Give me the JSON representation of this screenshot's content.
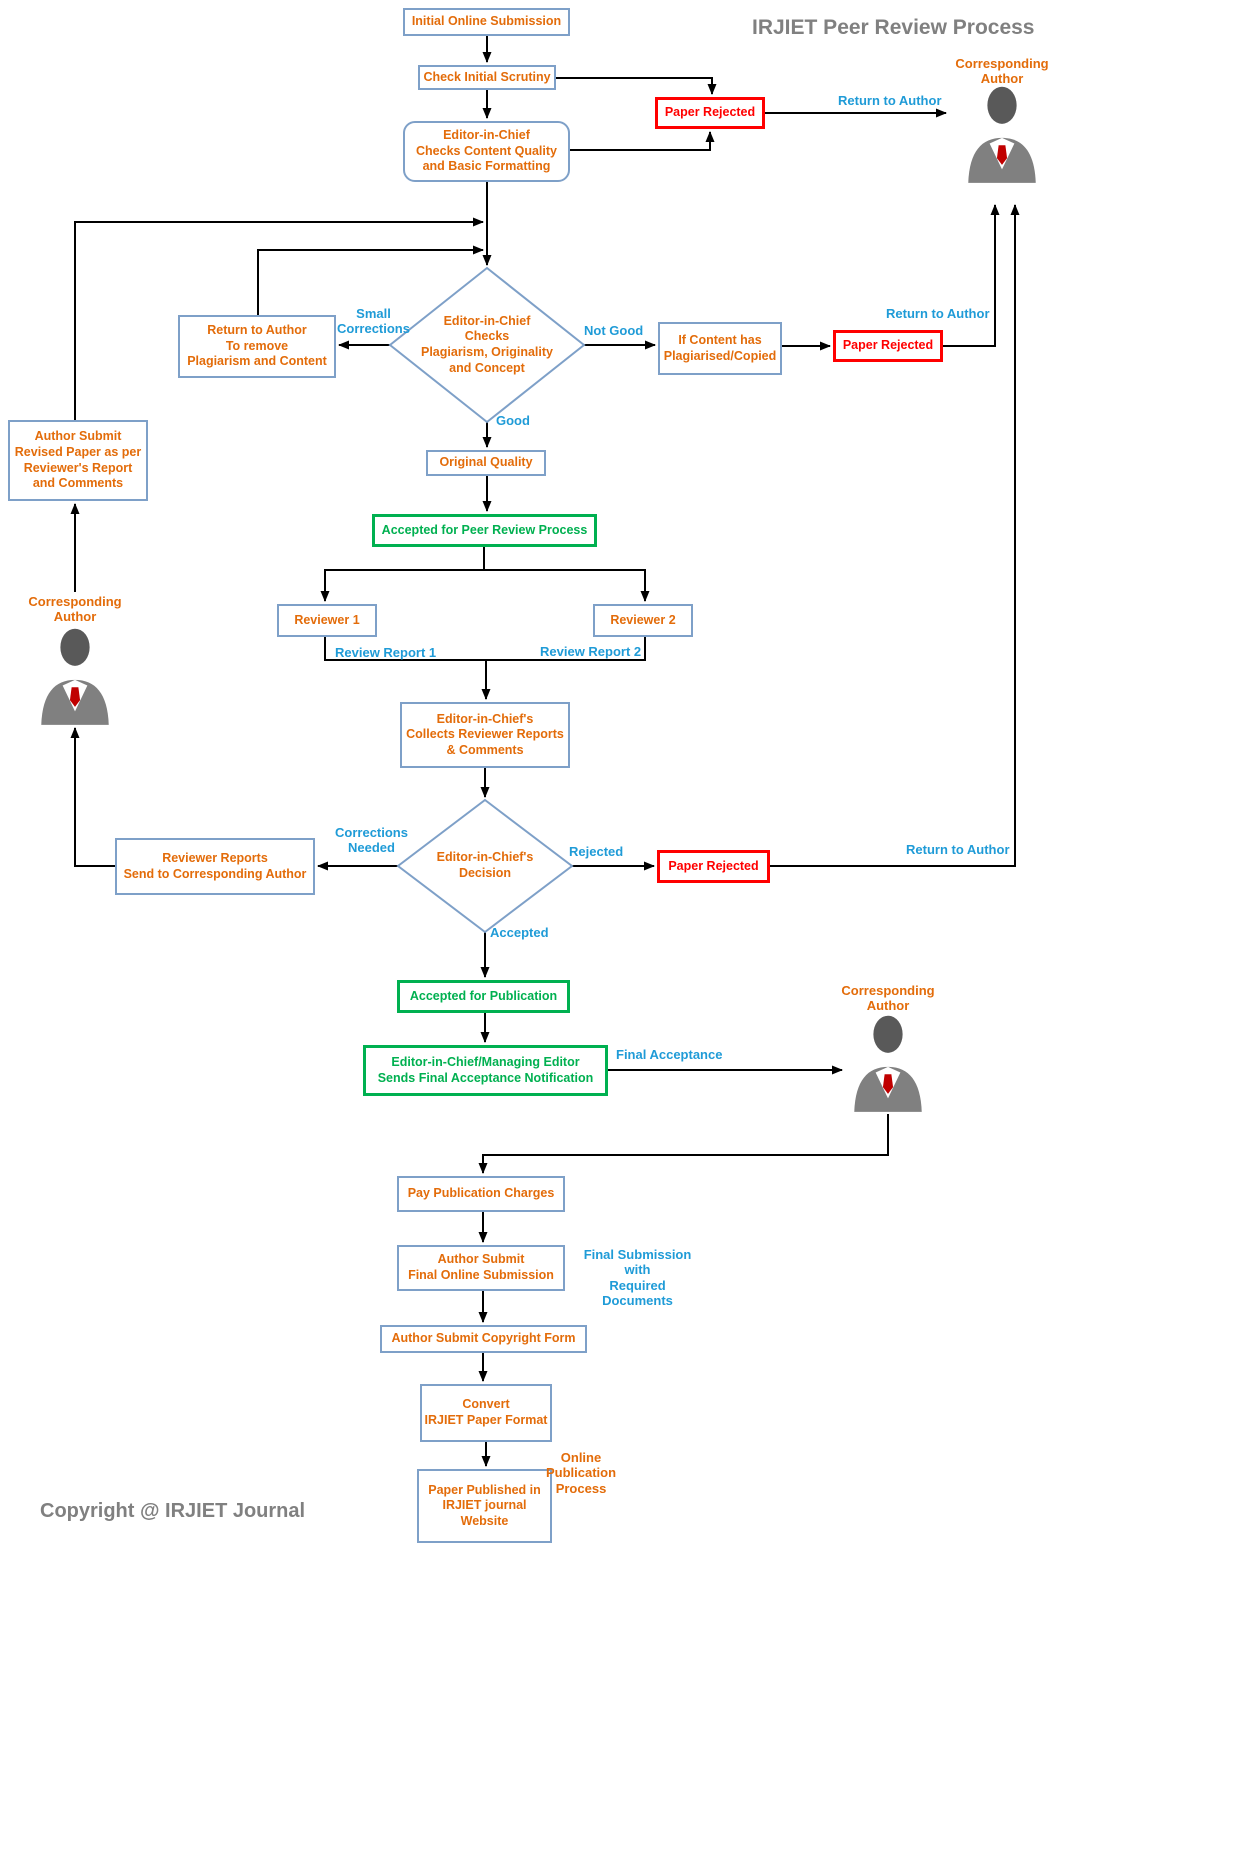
{
  "title": "IRJIET Peer Review Process",
  "copyright": "Copyright @ IRJIET Journal",
  "colors": {
    "box_border": "#7EA0C8",
    "box_text": "#E36C0A",
    "rejected_red": "#FF0000",
    "accepted_green": "#00B050",
    "label_blue": "#1F9BD7",
    "title_gray": "#808080",
    "person_body": "#808080",
    "person_head": "#595959",
    "tie_red": "#C00000"
  },
  "nodes": {
    "initial_submission": "Initial Online Submission",
    "check_scrutiny": "Check Initial Scrutiny",
    "eic_quality": "Editor-in-Chief\nChecks Content Quality\nand Basic Formatting",
    "paper_rejected": "Paper Rejected",
    "diamond_plagiarism": "Editor-in-Chief\nChecks\nPlagiarism, Originality\nand Concept",
    "return_remove": "Return to Author\nTo remove\nPlagiarism and Content",
    "if_content": "If Content has\nPlagiarised/Copied",
    "original_quality": "Original Quality",
    "accepted_peer_review": "Accepted for Peer Review Process",
    "reviewer_1": "Reviewer 1",
    "reviewer_2": "Reviewer 2",
    "eic_collects": "Editor-in-Chief's\nCollects Reviewer Reports\n& Comments",
    "diamond_decision": "Editor-in-Chief's\nDecision",
    "reviewer_reports_send": "Reviewer Reports\nSend to Corresponding Author",
    "accepted_publication": "Accepted for Publication",
    "eic_managing": "Editor-in-Chief/Managing Editor\nSends Final Acceptance Notification",
    "pay_charges": "Pay Publication Charges",
    "author_submit_final": "Author Submit\nFinal Online Submission",
    "copyright_form": "Author Submit Copyright Form",
    "convert_format": "Convert\nIRJIET Paper Format",
    "paper_published": "Paper Published in\nIRJIET journal\nWebsite",
    "author_submit_revised": "Author Submit\nRevised Paper as per\nReviewer's Report\nand Comments"
  },
  "labels": {
    "return_to_author": "Return to Author",
    "small_corrections": "Small\nCorrections",
    "not_good": "Not Good",
    "good": "Good",
    "review_report_1": "Review Report 1",
    "review_report_2": "Review Report 2",
    "corrections_needed": "Corrections\nNeeded",
    "rejected": "Rejected",
    "accepted": "Accepted",
    "final_acceptance": "Final Acceptance",
    "final_submission": "Final Submission\nwith\nRequired Documents",
    "online_publication": "Online Publication\nProcess",
    "corresponding_author": "Corresponding\nAuthor"
  }
}
